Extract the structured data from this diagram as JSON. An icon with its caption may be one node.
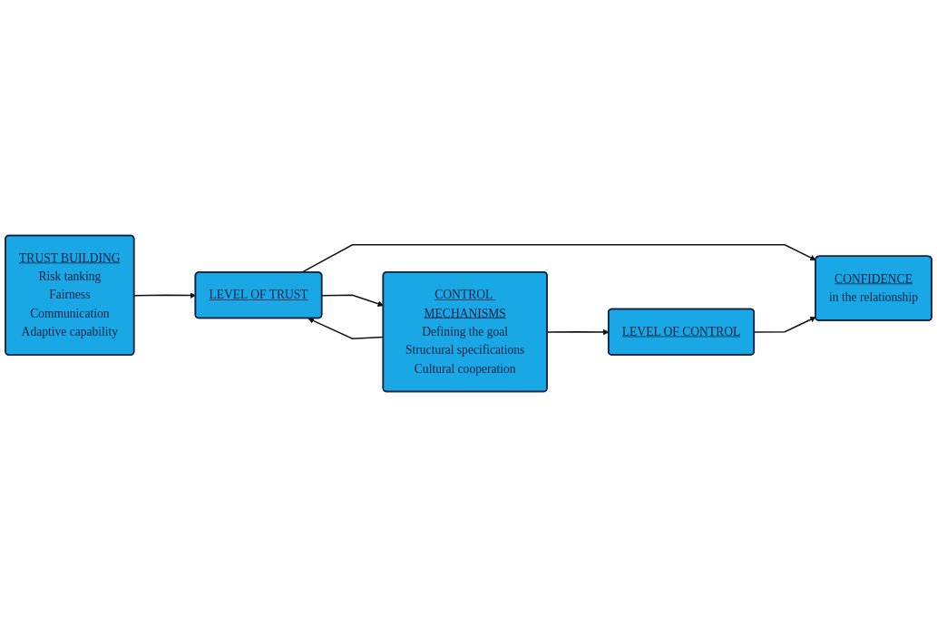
{
  "diagram": {
    "nodes": [
      {
        "text": [
          "TRUST BUILDING",
          "Risk tanking",
          "Fairness",
          "Communication",
          "Adaptive capability"
        ]
      },
      {
        "text": [
          "LEVEL OF TRUST"
        ]
      },
      {
        "text": [
          "CONFIDENCE",
          "in the relationship"
        ]
      },
      {
        "text": [
          "CONTROL MECHANISMS",
          "Defining the goal",
          "Structural specifications",
          "Cultural cooperation"
        ]
      },
      {
        "text": [
          "LEVEL OF CONTROL"
        ]
      }
    ],
    "edges": [
      {
        "from": 0,
        "to": 1,
        "arrow": "to"
      },
      {
        "from": 3,
        "to": 1,
        "arrow": "to"
      },
      {
        "from": 1,
        "to": 3,
        "arrow": "to"
      },
      {
        "from": 3,
        "to": 4,
        "arrow": "to"
      },
      {
        "from": 1,
        "to": 2,
        "arrow": "to"
      },
      {
        "from": 4,
        "to": 2,
        "arrow": "to"
      }
    ]
  }
}
